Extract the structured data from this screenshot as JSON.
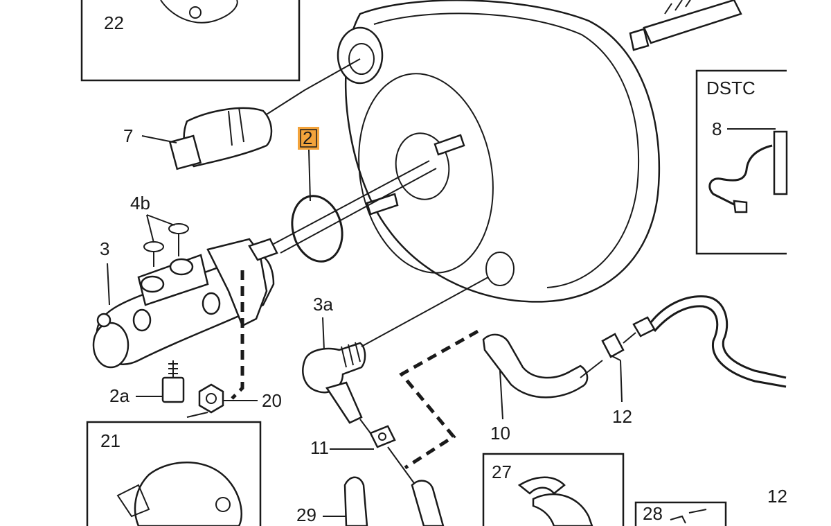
{
  "callouts": {
    "c22": "22",
    "c7": "7",
    "c2": "2",
    "c4b": "4b",
    "c3": "3",
    "c3a": "3a",
    "c2a": "2a",
    "c20": "20",
    "c21": "21",
    "c11": "11",
    "c10": "10",
    "c12": "12",
    "c27": "27",
    "c29": "29",
    "c28": "28",
    "c8": "8",
    "c12r": "12",
    "dstc": "DSTC"
  },
  "highlight_color": "#f3a33b"
}
